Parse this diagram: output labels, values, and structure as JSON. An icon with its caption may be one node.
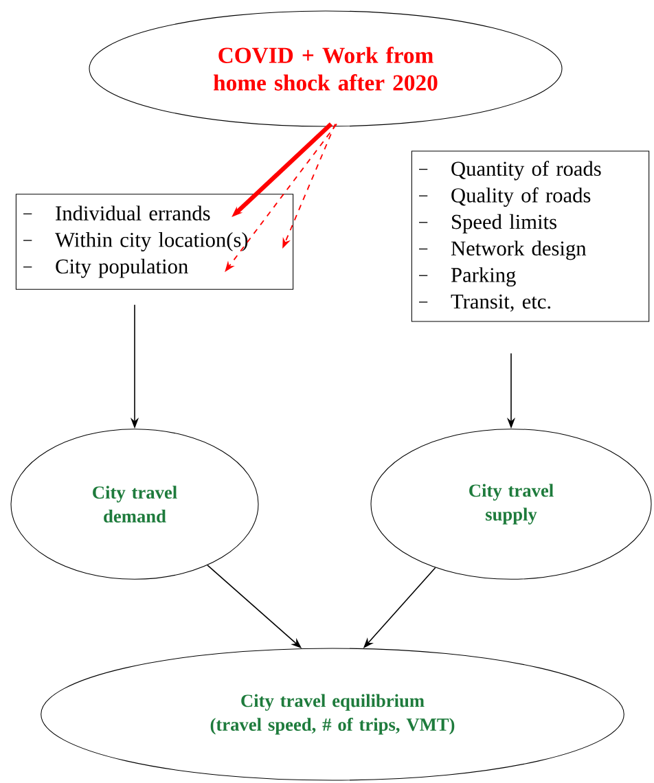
{
  "diagram": {
    "nodes": [
      {
        "text": [
          "COVID + Work from home shock after 2020"
        ]
      },
      {
        "text": [
          "Individual errands",
          "Within city location(s)",
          "City population"
        ]
      },
      {
        "text": [
          "Quantity of roads",
          "Quality of roads",
          "Speed limits",
          "Network design",
          "Parking",
          "Transit, etc."
        ]
      },
      {
        "text": [
          "City travel demand"
        ]
      },
      {
        "text": [
          "City travel supply"
        ]
      },
      {
        "text": [
          "City travel equilibrium",
          "(travel speed, # of trips, VMT)"
        ]
      }
    ],
    "edges": [
      {
        "from": 0,
        "to": 1,
        "arrow": "to",
        "style": "thick",
        "color": "#ff0000"
      },
      {
        "from": 0,
        "to": 1,
        "arrow": "to",
        "style": "dashed",
        "color": "#ff0000"
      },
      {
        "from": 0,
        "to": 1,
        "arrow": "to",
        "style": "dashed",
        "color": "#ff0000"
      },
      {
        "from": 1,
        "to": 3,
        "arrow": "to"
      },
      {
        "from": 2,
        "to": 4,
        "arrow": "to"
      },
      {
        "from": 3,
        "to": 5,
        "arrow": "to"
      },
      {
        "from": 4,
        "to": 5,
        "arrow": "to"
      }
    ]
  }
}
